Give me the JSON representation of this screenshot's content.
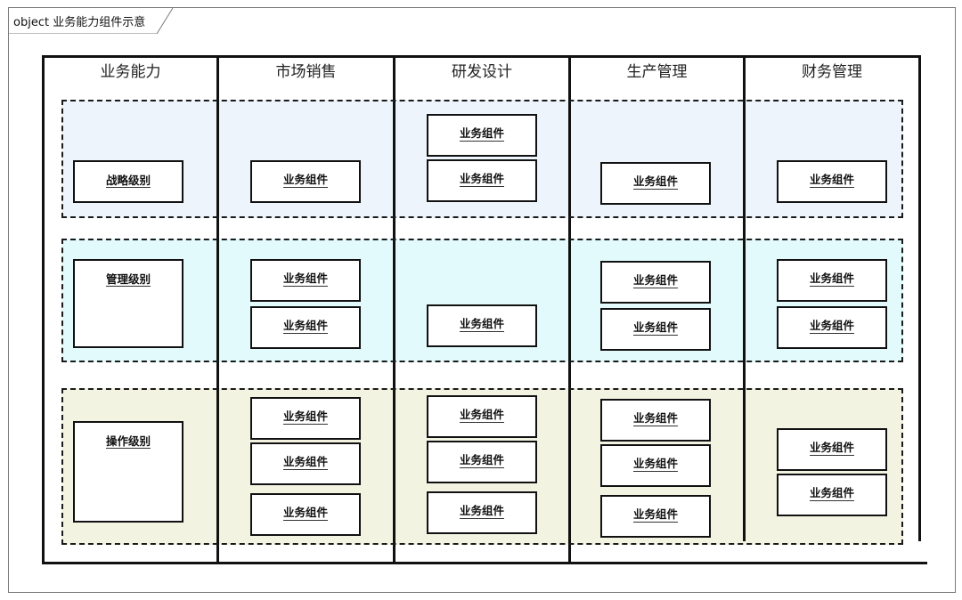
{
  "frame": {
    "tab_label": "object 业务能力组件示意"
  },
  "columns": [
    "业务能力",
    "市场销售",
    "研发设计",
    "生产管理",
    "财务管理"
  ],
  "levels": [
    {
      "label": "战略级别",
      "color": "#eef4fb"
    },
    {
      "label": "管理级别",
      "color": "#e2fafb"
    },
    {
      "label": "操作级别",
      "color": "#f3f3e2"
    }
  ],
  "component_label": "业务组件",
  "components": {
    "marketing": [
      "业务组件",
      "业务组件",
      "业务组件",
      "业务组件",
      "业务组件",
      "业务组件"
    ],
    "rnd": [
      "业务组件",
      "业务组件",
      "业务组件",
      "业务组件",
      "业务组件",
      "业务组件"
    ],
    "production": [
      "业务组件",
      "业务组件",
      "业务组件",
      "业务组件",
      "业务组件",
      "业务组件"
    ],
    "finance": [
      "业务组件",
      "业务组件",
      "业务组件",
      "业务组件",
      "业务组件"
    ]
  }
}
